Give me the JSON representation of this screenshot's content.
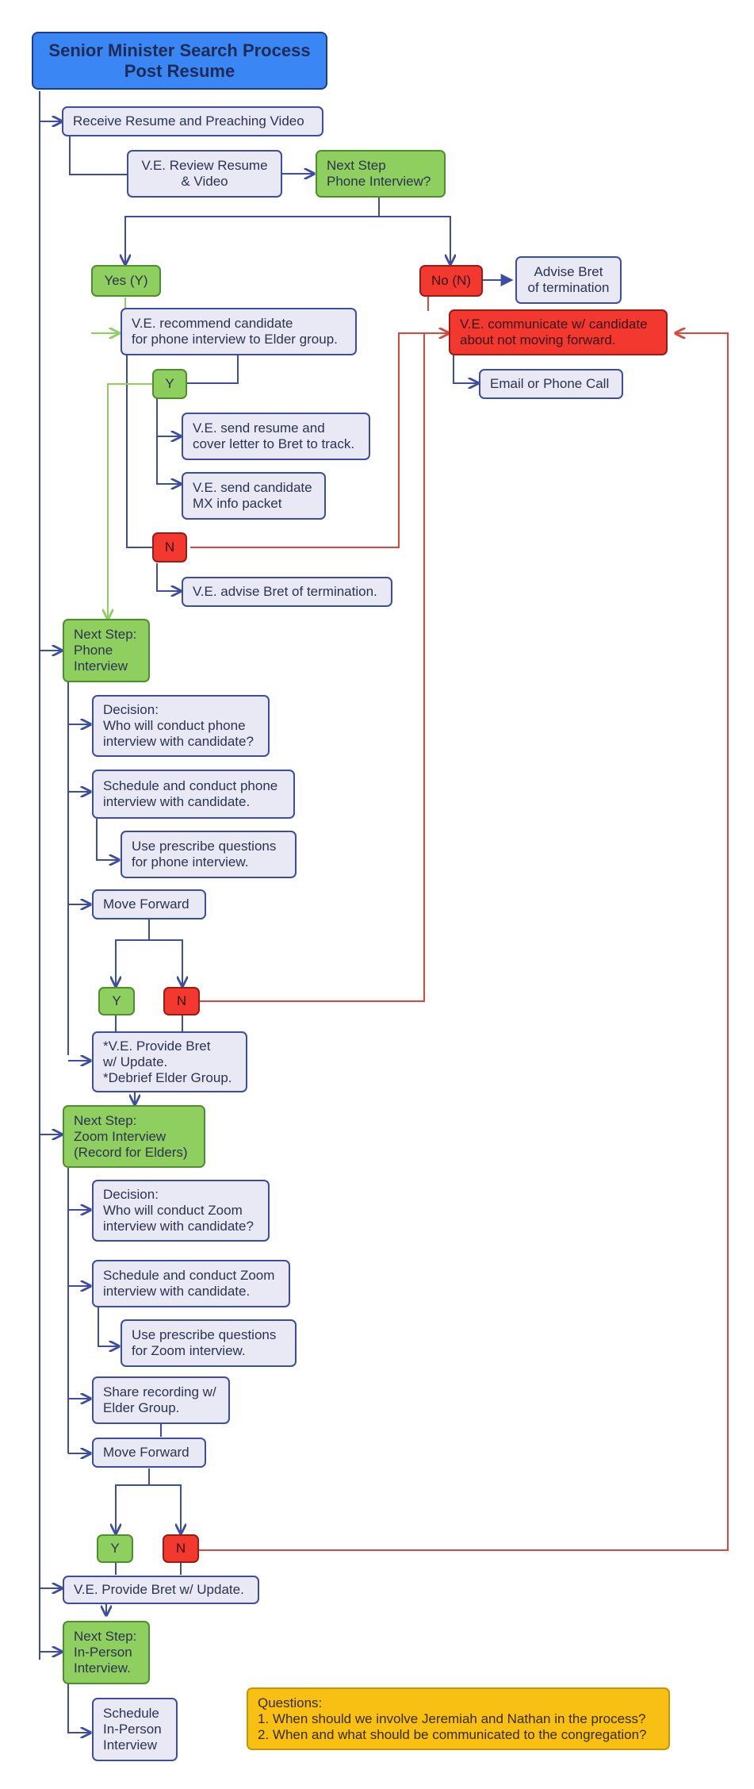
{
  "diagram": {
    "title": "Senior Minister Search Process\nPost Resume",
    "nodes": {
      "receive": "Receive Resume and Preaching Video",
      "review": "V.E. Review Resume\n& Video",
      "next_phone_q": "Next Step\nPhone Interview?",
      "yes": "Yes (Y)",
      "no": "No (N)",
      "advise_bret": "Advise Bret\nof termination",
      "communicate": "V.E. communicate w/ candidate\nabout not moving forward.",
      "email_call": "Email or Phone Call",
      "recommend": "V.E. recommend candidate\nfor phone interview to Elder group.",
      "y1": "Y",
      "send_resume": "V.E. send resume and\ncover letter to Bret to track.",
      "send_packet": "V.E. send candidate\nMX info packet",
      "n1": "N",
      "advise_term": "V.E. advise Bret of termination.",
      "next_phone": "Next Step:\nPhone\nInterview",
      "decision_phone": "Decision:\nWho will conduct phone\ninterview with candidate?",
      "schedule_phone": "Schedule and conduct phone\ninterview with candidate.",
      "questions_phone": "Use prescribe questions\nfor phone interview.",
      "move_forward_1": "Move Forward",
      "y2": "Y",
      "n2": "N",
      "provide_update": "*V.E. Provide Bret\n  w/ Update.\n*Debrief Elder Group.",
      "next_zoom": "Next Step:\nZoom Interview\n (Record for Elders)",
      "decision_zoom": "Decision:\nWho will conduct Zoom\ninterview with candidate?",
      "schedule_zoom": "Schedule and conduct Zoom\ninterview with candidate.",
      "questions_zoom": "Use prescribe questions\nfor Zoom interview.",
      "share_recording": "Share recording w/\nElder Group.",
      "move_forward_2": "Move Forward",
      "y3": "Y",
      "n3": "N",
      "provide_update_2": "V.E. Provide Bret w/ Update.",
      "next_inperson": "Next Step:\nIn-Person\nInterview.",
      "schedule_inperson": "Schedule\nIn-Person\nInterview",
      "questions_note": "Questions:\n1. When should we involve Jeremiah and Nathan in the process?\n2. When and what should be communicated to the congregation?"
    },
    "colors": {
      "title": "#3a86f5",
      "process": "#e8e9f5",
      "decision_yes": "#8fcf5f",
      "decision_no": "#f2382f",
      "note": "#f7c013",
      "connector": "#3d4ea1",
      "connector_yes": "#8fcf5f",
      "connector_no": "#d9473d"
    }
  }
}
